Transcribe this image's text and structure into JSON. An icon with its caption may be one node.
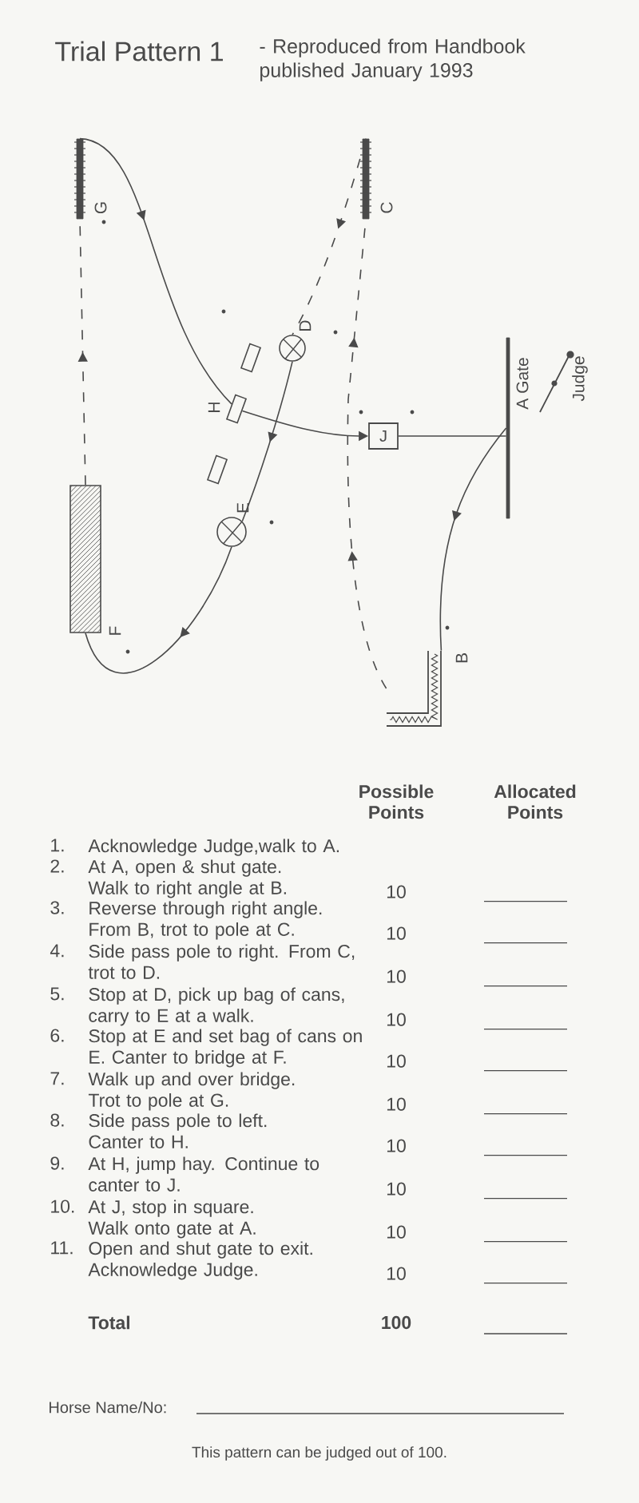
{
  "diagram": {
    "title": "Trial Pattern 1",
    "caption": "This pattern can be judged out of 100.",
    "nodes": [
      {
        "text": [],
        "shape": "bar",
        "beside": [
          "G"
        ]
      },
      {
        "text": [],
        "shape": "bar",
        "beside": [
          "C"
        ]
      },
      {
        "text": [],
        "shape": "circle",
        "beside": [
          "D"
        ]
      },
      {
        "text": [],
        "shape": "box",
        "beside": [
          "H"
        ]
      },
      {
        "text": [],
        "shape": "circle",
        "beside": [
          "E"
        ]
      },
      {
        "text": [],
        "shape": "box",
        "beside": [
          "F"
        ]
      },
      {
        "text": [
          "J"
        ]
      },
      {
        "text": [],
        "shape": "corner",
        "beside": [
          "B"
        ]
      },
      {
        "text": [],
        "shape": "bar",
        "beside": [
          "A Gate"
        ]
      }
    ],
    "edges": [
      {
        "from": 8,
        "to": 7,
        "arrow": "to"
      },
      {
        "from": 7,
        "to": 1,
        "arrow": "to",
        "style": "dashed"
      },
      {
        "from": 1,
        "to": 2,
        "arrow": "to",
        "style": "dashed"
      },
      {
        "from": 2,
        "to": 4,
        "arrow": "to"
      },
      {
        "from": 4,
        "to": 5,
        "arrow": "to"
      },
      {
        "from": 5,
        "to": 0,
        "arrow": "to",
        "style": "dashed"
      },
      {
        "from": 0,
        "to": 3,
        "arrow": "to"
      },
      {
        "from": 3,
        "to": 6,
        "arrow": "to"
      },
      {
        "from": 6,
        "to": 8,
        "arrow": "none"
      }
    ],
    "labels": [
      "- Reproduced from Handbook published January 1993",
      "Judge",
      "Possible Points",
      "Allocated Points",
      "1.",
      "Acknowledge Judge,walk to A.",
      "2.",
      "At A, open & shut gate. Walk to right angle at B.",
      "10",
      "3.",
      "Reverse through right angle. From B, trot to pole at C.",
      "10",
      "4.",
      "Side pass pole to right. From C, trot to D.",
      "10",
      "5.",
      "Stop at D, pick up bag of cans, carry to E at a walk.",
      "10",
      "6.",
      "Stop at E and set bag of cans on E. Canter to bridge at F.",
      "10",
      "7.",
      "Walk up and over bridge. Trot to pole at G.",
      "10",
      "8.",
      "Side pass pole to left. Canter to H.",
      "10",
      "9.",
      "At H, jump hay. Continue to canter to J.",
      "10",
      "10.",
      "At J, stop in square. Walk onto gate at A.",
      "10",
      "11.",
      "Open and shut gate to exit. Acknowledge Judge.",
      "10",
      "Total",
      "100",
      "Horse Name/No:"
    ]
  }
}
